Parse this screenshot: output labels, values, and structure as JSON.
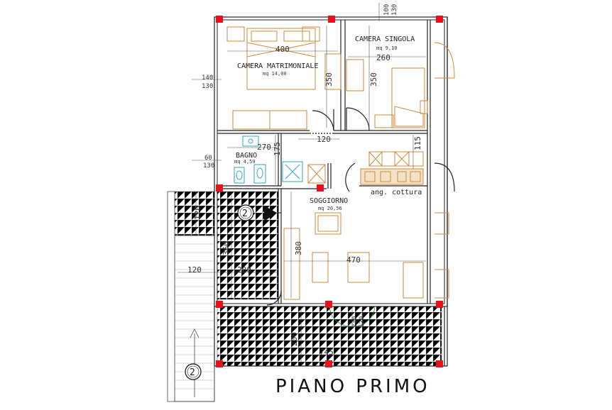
{
  "title": "PIANO PRIMO",
  "rooms": {
    "camera_matrimoniale": {
      "name": "CAMERA MATRIMONIALE",
      "area": "mq 14,00"
    },
    "camera_singola": {
      "name": "CAMERA SINGOLA",
      "area": "mq 9,10"
    },
    "bagno": {
      "name": "BAGNO",
      "area": "mq 4,59"
    },
    "soggiorno": {
      "name": "SOGGIORNO",
      "area": "mq 20,56"
    },
    "angolo_cottura": {
      "name": "ang. cottura"
    }
  },
  "dimensions": {
    "d400": "400",
    "d350a": "350",
    "d260": "260",
    "d350b": "350",
    "d120a": "120",
    "d270": "270",
    "d175": "175",
    "d115": "115",
    "d140": "140",
    "d130a": "130",
    "d60": "60",
    "d130b": "130",
    "d100": "100",
    "d130c": "130",
    "d120b": "120",
    "d360": "360",
    "d120c": "120",
    "d200a": "200",
    "d380": "380",
    "d470": "470",
    "d120d": "120",
    "d230": "230",
    "d200b": "200",
    "d745": "745"
  },
  "markers": {
    "section_top": "2",
    "section_bottom": "2"
  }
}
